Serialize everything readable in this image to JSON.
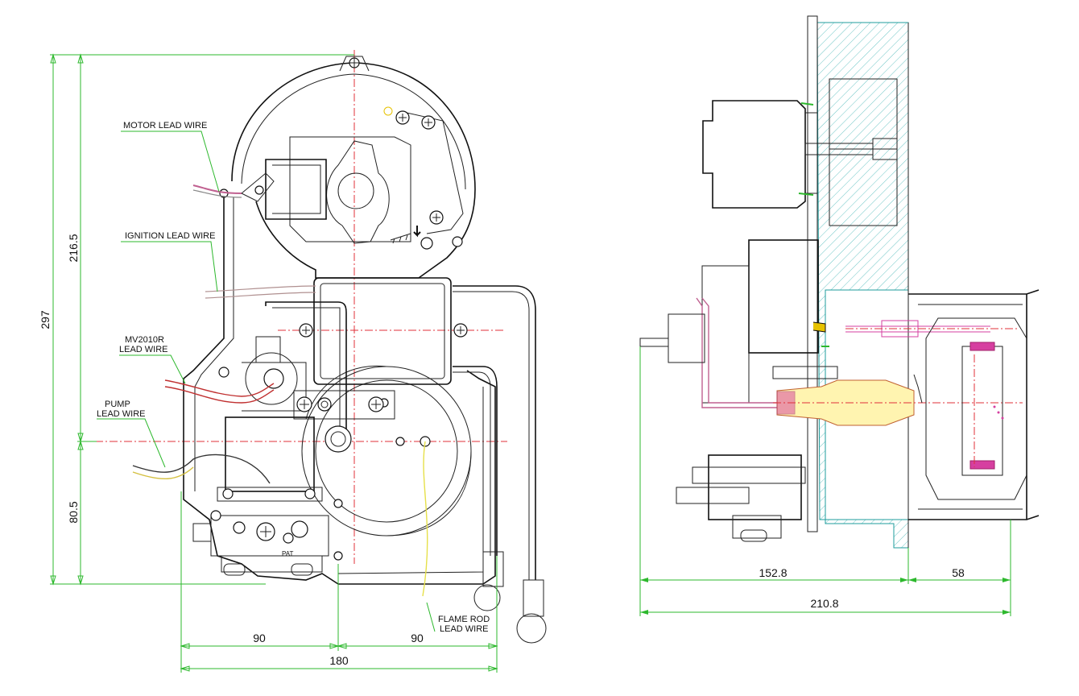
{
  "labels": {
    "motor_lead_wire": "MOTOR LEAD WIRE",
    "ignition_lead_wire": "IGNITION LEAD WIRE",
    "mv2010r_line1": "MV2010R",
    "mv2010r_line2": "LEAD WIRE",
    "pump_line1": "PUMP",
    "pump_line2": "LEAD WIRE",
    "flame_rod_line1": "FLAME ROD",
    "flame_rod_line2": "LEAD WIRE",
    "pat": "PAT"
  },
  "dimensions": {
    "overall_height": "297",
    "upper_height": "216.5",
    "lower_height": "80.5",
    "half_width_left": "90",
    "half_width_right": "90",
    "overall_width": "180",
    "side_depth_main": "152.8",
    "side_depth_tube": "58",
    "side_depth_total": "210.8"
  },
  "colors": {
    "dimension_line": "#2db82d",
    "center_line": "#e0303a",
    "hatch": "#1f9c9c",
    "nozzle_highlight": "#d63fa0",
    "flame_rod_wire": "#e6e04a"
  }
}
